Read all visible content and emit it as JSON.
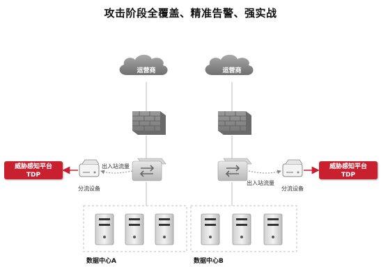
{
  "title": "攻击阶段全覆盖、精准告警、强实战",
  "carriers": {
    "left": "运营商",
    "right": "运营商"
  },
  "tdp": {
    "left": {
      "line1": "威胁感知平台",
      "line2": "TDP"
    },
    "right": {
      "line1": "威胁感知平台",
      "line2": "TDP"
    }
  },
  "traffic_label": {
    "left": "出入站流量",
    "right": "出入站流量"
  },
  "splitter_label": {
    "left": "分流设备",
    "right": "分流设备"
  },
  "datacenters": {
    "a": "数据中心A",
    "b": "数据中心B"
  },
  "colors": {
    "tdp": "#c8202e",
    "arrow": "#c8202e",
    "dashed": "#888888"
  }
}
